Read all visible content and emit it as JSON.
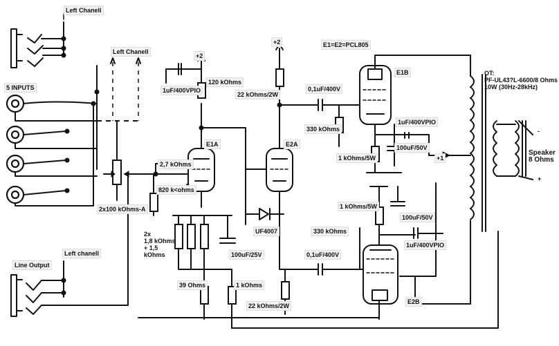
{
  "labels": {
    "left_chanell_top": "Left Chanell",
    "left_chanell_mid": "Left Chanell",
    "left_chanell_bottom": "Left chanell",
    "inputs": "5 INPUTS",
    "line_output": "Line Output",
    "pot": "2x100 kOhms-A",
    "r_27k": "2,7 kOhms",
    "r_820k": "820 k<ohms",
    "r_18k": "2x\n1,8 kOhms\n+ 1,5\nkOhms",
    "r_39": "39 Ohms",
    "c_100u25": "100uF/25V",
    "r_1k": "1 kOhms",
    "c_1u400_top": "1uF/400VPIO",
    "r_120k": "120 kOhms",
    "plus2_a": "+2",
    "plus2_b": "+2",
    "r_22k_top": "22 kOhms/2W",
    "r_22k_bottom": "22 kOhms/2W",
    "diode": "UF4007",
    "e1a": "E1A",
    "e2a": "E2A",
    "e1b": "E1B",
    "e2b": "E2B",
    "tubes": "E1=E2=PCL805",
    "c_01u_top": "0,1uF/400V",
    "c_01u_bottom": "0,1uF/400V",
    "r_330k_top": "330 kOhms",
    "r_330k_bottom": "330 kOhms",
    "r_1k5w_top": "1 kOhms/5W",
    "r_1k5w_bottom": "1 kOhms/5W",
    "c_1u400_e1b": "1uF/400VPIO",
    "c_100u50_top": "100uF/50V",
    "c_100u50_bottom": "100uF/50V",
    "c_1u400_e2b": "1uF/400VPIO",
    "plus1": "+1",
    "ot": "OT:\nPF-UL43?L-6600/8 Ohms\n10W (30Hz-28kHz)",
    "speaker": "Speaker\n8 Ohms",
    "minus": "-",
    "plus": "+"
  }
}
